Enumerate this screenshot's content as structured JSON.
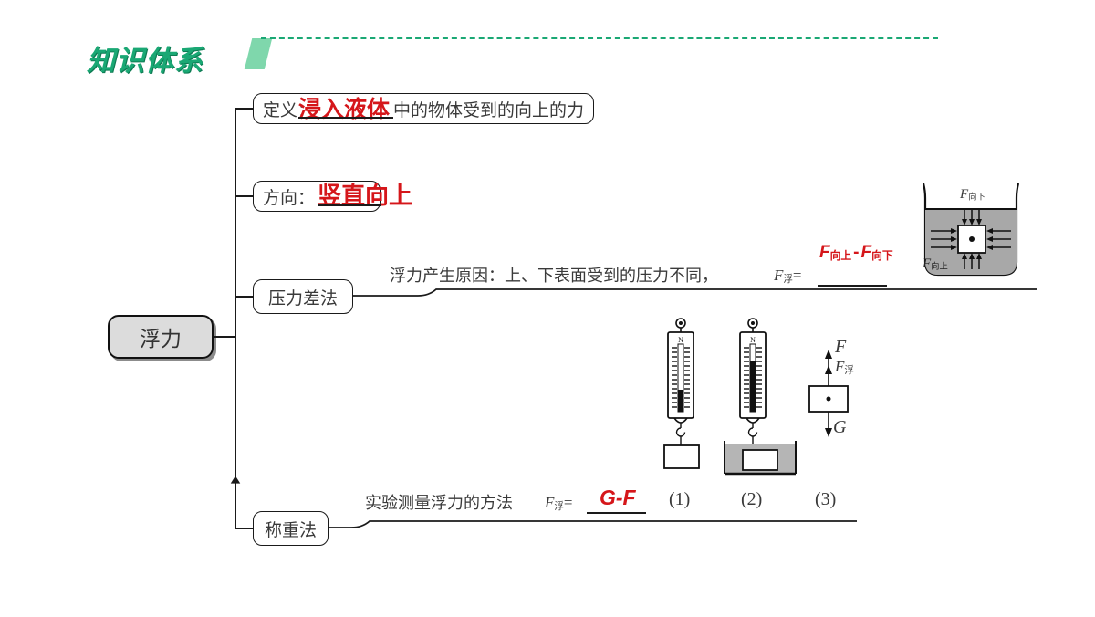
{
  "header": {
    "title": "知识体系",
    "accent_green": "#1aa874",
    "accent_green_light": "#7fd7ac",
    "divider": "dashed-line"
  },
  "mindmap": {
    "root": {
      "label": "浮力"
    },
    "branches": [
      {
        "id": "definition",
        "node_label": "定义：",
        "answer": "浸入液体",
        "trailing_text": "中的物体受到的向上的力"
      },
      {
        "id": "direction",
        "node_label": "方向：",
        "answer": "竖直向上"
      },
      {
        "id": "pressure-difference",
        "node_label": "压力差法",
        "description": "浮力产生原因：上、下表面受到的压力不同，",
        "formula_lhs_main": "F",
        "formula_lhs_sub": "浮",
        "formula_eq": "=",
        "answer_a_main": "F",
        "answer_a_sub": "向上",
        "answer_minus": "-",
        "answer_b_main": "F",
        "answer_b_sub": "向下"
      },
      {
        "id": "weighing-method",
        "node_label": "称重法",
        "description": "实验测量浮力的方法",
        "formula_lhs_main": "F",
        "formula_lhs_sub": "浮",
        "formula_eq": "=",
        "answer": "G-F"
      }
    ]
  },
  "figures": {
    "beaker": {
      "name": "beaker-pressure-diagram",
      "label_top_main": "F",
      "label_top_sub": "向下",
      "label_bottom_main": "F",
      "label_bottom_sub": "向上",
      "liquid_color": "#a8a8a8"
    },
    "experiment": {
      "name": "spring-scale-experiment",
      "captions": [
        "(1)",
        "(2)",
        "(3)"
      ],
      "scale_letter": "N",
      "force_diagram": {
        "up_label": "F",
        "buoyancy_main": "F",
        "buoyancy_sub": "浮",
        "down_label": "G"
      },
      "liquid_color": "#b5b5b5"
    }
  }
}
